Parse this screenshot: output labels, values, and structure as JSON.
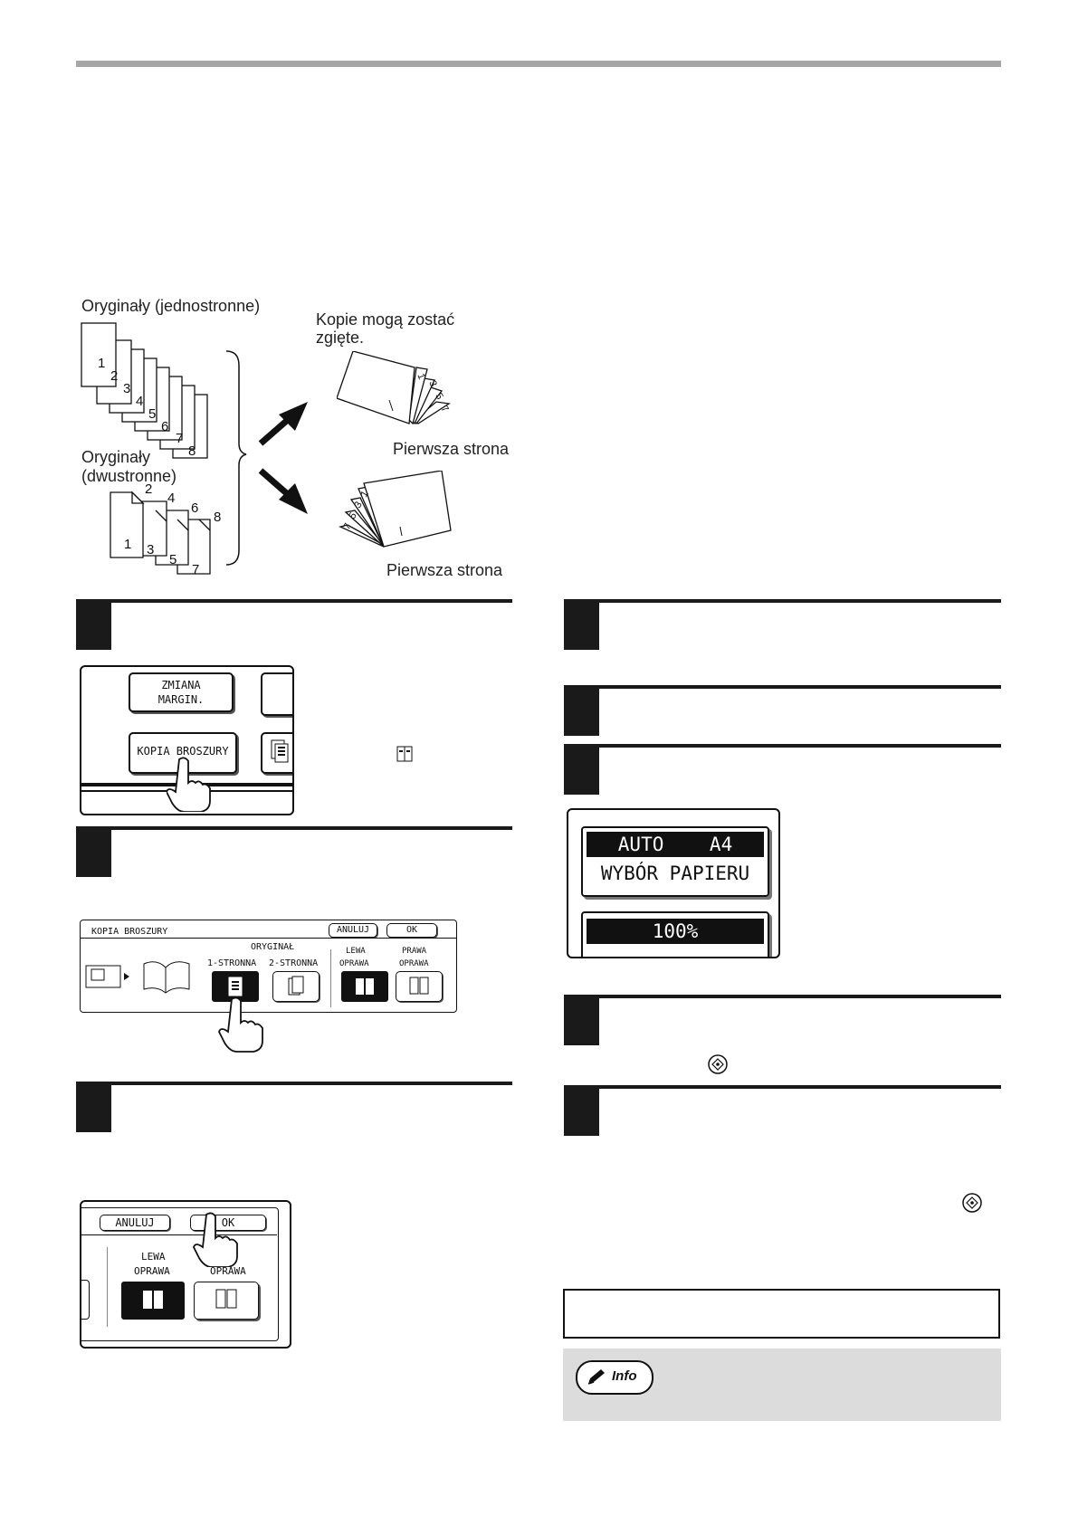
{
  "diagram": {
    "single_sided_label": "Oryginały (jednostronne)",
    "single_pages": [
      "1",
      "2",
      "3",
      "4",
      "5",
      "6",
      "7",
      "8"
    ],
    "double_sided_label_1": "Oryginały",
    "double_sided_label_2": "(dwustronne)",
    "double_pages_top": [
      "2",
      "4",
      "6",
      "8"
    ],
    "double_pages_bottom": [
      "1",
      "3",
      "5",
      "7"
    ],
    "fold_note_1": "Kopie mogą zostać",
    "fold_note_2": "zgięte.",
    "first_page_top": "Pierwsza strona",
    "first_page_bottom": "Pierwsza strona",
    "booklet_top_pages": [
      "1",
      "3",
      "5",
      "7"
    ],
    "booklet_bottom_pages": [
      "1",
      "3",
      "5",
      "7"
    ]
  },
  "panel1": {
    "margin_button_line1": "ZMIANA",
    "margin_button_line2": "MARGIN.",
    "booklet_button": "KOPIA BROSZURY"
  },
  "panel2": {
    "title": "KOPIA BROSZURY",
    "cancel": "ANULUJ",
    "ok": "OK",
    "original_label": "ORYGINAŁ",
    "one_sided": "1-STRONNA",
    "two_sided": "2-STRONNA",
    "left_binding_1": "LEWA",
    "left_binding_2": "OPRAWA",
    "right_binding_1": "PRAWA",
    "right_binding_2": "OPRAWA"
  },
  "panel3": {
    "cancel": "ANULUJ",
    "ok": "OK",
    "left_binding_1": "LEWA",
    "left_binding_2": "OPRAWA",
    "right_binding_2": "OPRAWA"
  },
  "panel4": {
    "paper_value": "AUTO    A4",
    "paper_label": "WYBÓR PAPIERU",
    "ratio_value": "100%"
  },
  "info": {
    "badge": "Info"
  },
  "icons": {
    "start": "start-key-icon",
    "booklet": "booklet-icon",
    "hand": "pointing-hand-icon",
    "pencil": "pencil-icon"
  }
}
